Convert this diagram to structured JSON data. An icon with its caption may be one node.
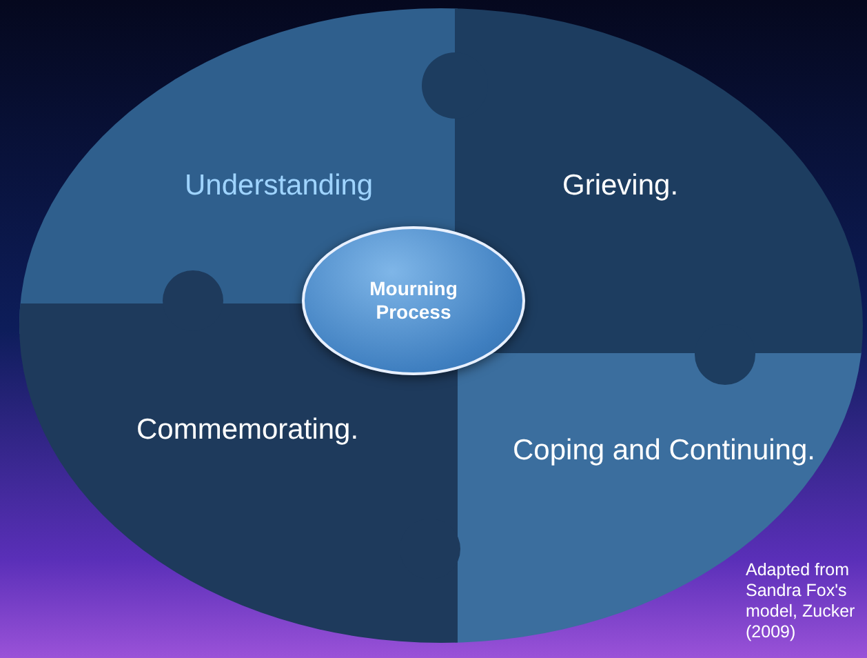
{
  "diagram": {
    "nodes": [
      {
        "text": [
          "Understanding"
        ]
      },
      {
        "text": [
          "Grieving."
        ]
      },
      {
        "text": [
          "Commemorating."
        ]
      },
      {
        "text": [
          "Coping and Continuing."
        ]
      },
      {
        "text": [
          "Mourning Process"
        ]
      }
    ],
    "labels": [
      "Adapted from Sandra Fox's model, Zucker (2009)"
    ]
  }
}
